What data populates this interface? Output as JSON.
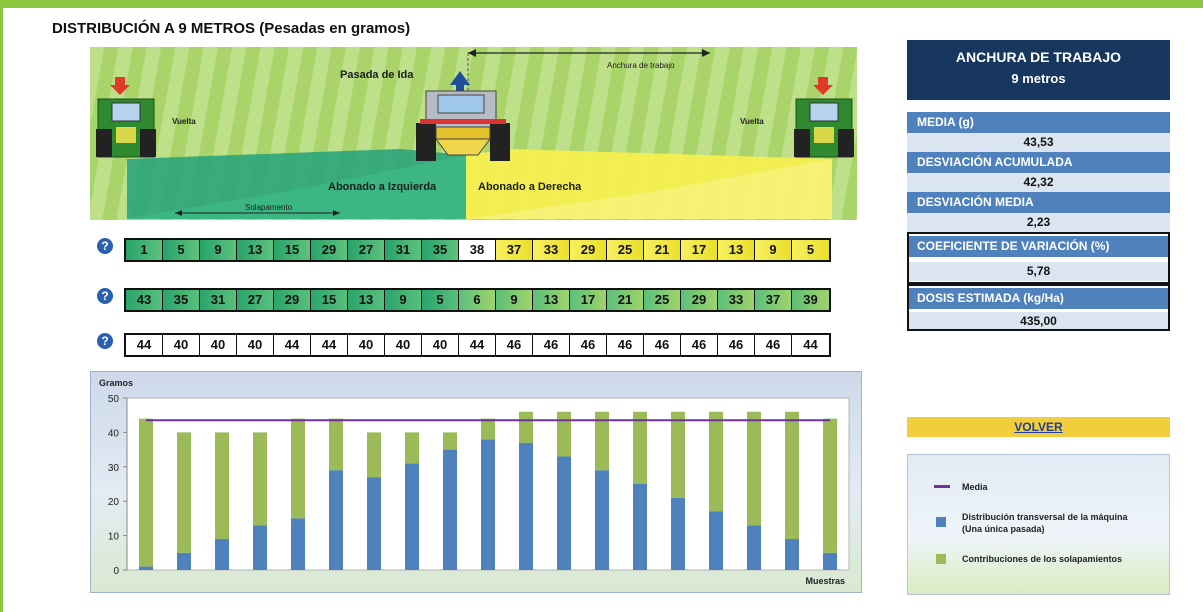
{
  "title": "DISTRIBUCIÓN A 9 METROS (Pesadas en gramos)",
  "scene": {
    "pasada_ida": "Pasada de Ida",
    "vuelta_left": "Vuelta",
    "vuelta_right": "Vuelta",
    "anchura": "Anchura de trabajo",
    "abonado_izq": "Abonado a Izquierda",
    "abonado_der": "Abonado a Derecha",
    "solapamento": "Solapamento"
  },
  "help_icon": "?",
  "rows": {
    "row1": [
      "1",
      "5",
      "9",
      "13",
      "15",
      "29",
      "27",
      "31",
      "35",
      "38",
      "37",
      "33",
      "29",
      "25",
      "21",
      "17",
      "13",
      "9",
      "5"
    ],
    "row2": [
      "43",
      "35",
      "31",
      "27",
      "29",
      "15",
      "13",
      "9",
      "5",
      "6",
      "9",
      "13",
      "17",
      "21",
      "25",
      "29",
      "33",
      "37",
      "39"
    ],
    "row3": [
      "44",
      "40",
      "40",
      "40",
      "44",
      "44",
      "40",
      "40",
      "40",
      "44",
      "46",
      "46",
      "46",
      "46",
      "46",
      "46",
      "46",
      "46",
      "44"
    ]
  },
  "panel": {
    "header_line1": "ANCHURA DE TRABAJO",
    "header_line2": "9 metros",
    "media_label": "MEDIA (g)",
    "media_value": "43,53",
    "desv_acum_label": "DESVIACIÓN ACUMULADA",
    "desv_acum_value": "42,32",
    "desv_media_label": "DESVIACIÓN MEDIA",
    "desv_media_value": "2,23",
    "coef_label": "COEFICIENTE DE VARIACIÓN (%)",
    "coef_value": "5,78",
    "dosis_label": "DOSIS ESTIMADA (kg/Ha)",
    "dosis_value": "435,00",
    "volver": "VOLVER"
  },
  "legend": {
    "media": "Media",
    "dist_line1": "Distribución transversal de la máquina",
    "dist_line2": "(Una única pasada)",
    "contrib": "Contribuciones  de los solapamientos"
  },
  "colors": {
    "blue_bar": "#4f81bd",
    "green_bar": "#9bbb59",
    "media_line": "#7030a0",
    "header": "#17375e"
  },
  "chart_data": {
    "type": "bar",
    "stacked": true,
    "ylabel": "Gramos",
    "xlabel": "Muestras",
    "ylim": [
      0,
      50
    ],
    "yticks": [
      "0",
      "10",
      "20",
      "30",
      "40",
      "50"
    ],
    "series": [
      {
        "name": "Distribución transversal de la máquina (Una única pasada)",
        "values": [
          1,
          5,
          9,
          13,
          15,
          29,
          27,
          31,
          35,
          38,
          37,
          33,
          29,
          25,
          21,
          17,
          13,
          9,
          5
        ]
      },
      {
        "name": "Contribuciones  de los solapamientos",
        "values": [
          43,
          35,
          31,
          27,
          29,
          15,
          13,
          9,
          5,
          6,
          9,
          13,
          17,
          21,
          25,
          29,
          33,
          37,
          39
        ]
      }
    ],
    "media": 43.53,
    "grid": false
  }
}
